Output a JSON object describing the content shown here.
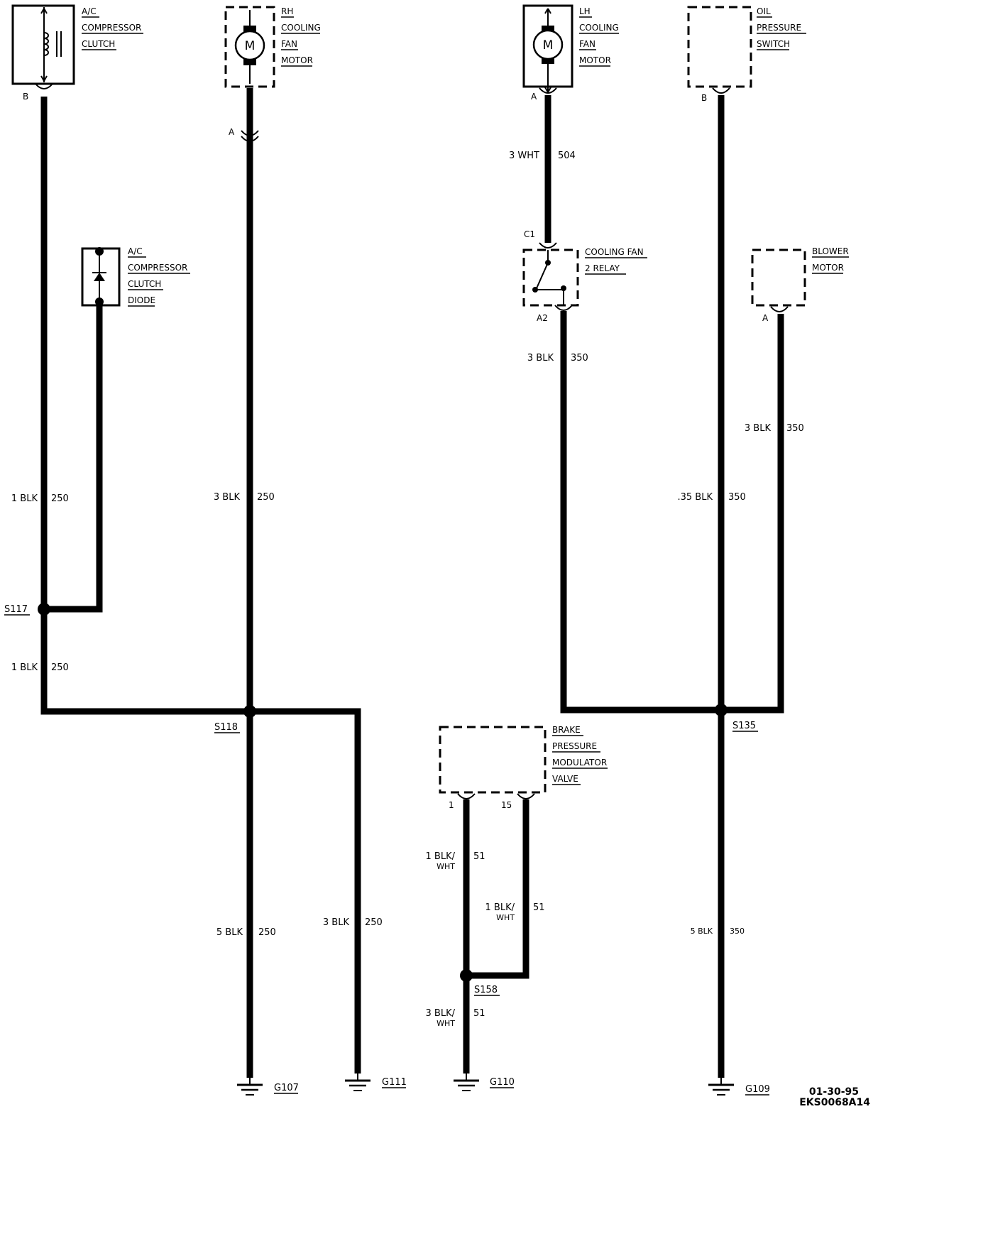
{
  "components": {
    "ac_clutch": [
      "A/C",
      "COMPRESSOR",
      "CLUTCH"
    ],
    "rh_fan": [
      "RH",
      "COOLING",
      "FAN",
      "MOTOR"
    ],
    "lh_fan": [
      "LH",
      "COOLING",
      "FAN",
      "MOTOR"
    ],
    "oil_switch": [
      "OIL",
      "PRESSURE",
      "SWITCH"
    ],
    "ac_diode": [
      "A/C",
      "COMPRESSOR",
      "CLUTCH",
      "DIODE"
    ],
    "fan_relay": [
      "COOLING FAN",
      "2 RELAY"
    ],
    "blower": [
      "BLOWER",
      "MOTOR"
    ],
    "brake_valve": [
      "BRAKE",
      "PRESSURE",
      "MODULATOR",
      "VALVE"
    ]
  },
  "motor_symbol": "M",
  "pins": {
    "ac_clutch": "B",
    "rh_fan": "A",
    "lh_fan": "A",
    "oil_switch": "B",
    "relay_in": "C1",
    "relay_out": "A2",
    "blower": "A",
    "brake_1": "1",
    "brake_15": "15"
  },
  "wires": {
    "ac_clutch_upper": {
      "gauge": "1 BLK",
      "circuit": "250"
    },
    "ac_clutch_lower": {
      "gauge": "1 BLK",
      "circuit": "250"
    },
    "rh_fan": {
      "gauge": "3 BLK",
      "circuit": "250"
    },
    "s118_g107": {
      "gauge": "5 BLK",
      "circuit": "250"
    },
    "s118_g111": {
      "gauge": "3 BLK",
      "circuit": "250"
    },
    "lh_fan_relay": {
      "gauge": "3 WHT",
      "circuit": "504"
    },
    "relay_s135": {
      "gauge": "3 BLK",
      "circuit": "350"
    },
    "blower": {
      "gauge": "3 BLK",
      "circuit": "350"
    },
    "oil_switch": {
      "gauge": ".35 BLK",
      "circuit": "350"
    },
    "s135_g109": {
      "gauge": "5 BLK",
      "circuit": "350"
    },
    "brake_1": {
      "gauge_top": "1 BLK/",
      "gauge_bottom": "WHT",
      "circuit": "51"
    },
    "brake_15": {
      "gauge_top": "1 BLK/",
      "gauge_bottom": "WHT",
      "circuit": "51"
    },
    "s158_g110": {
      "gauge_top": "3 BLK/",
      "gauge_bottom": "WHT",
      "circuit": "51"
    }
  },
  "splices": {
    "s117": "S117",
    "s118": "S118",
    "s135": "S135",
    "s158": "S158"
  },
  "grounds": {
    "g107": "G107",
    "g111": "G111",
    "g110": "G110",
    "g109": "G109"
  },
  "stamp": {
    "date": "01-30-95",
    "code": "EKS0068A14"
  }
}
